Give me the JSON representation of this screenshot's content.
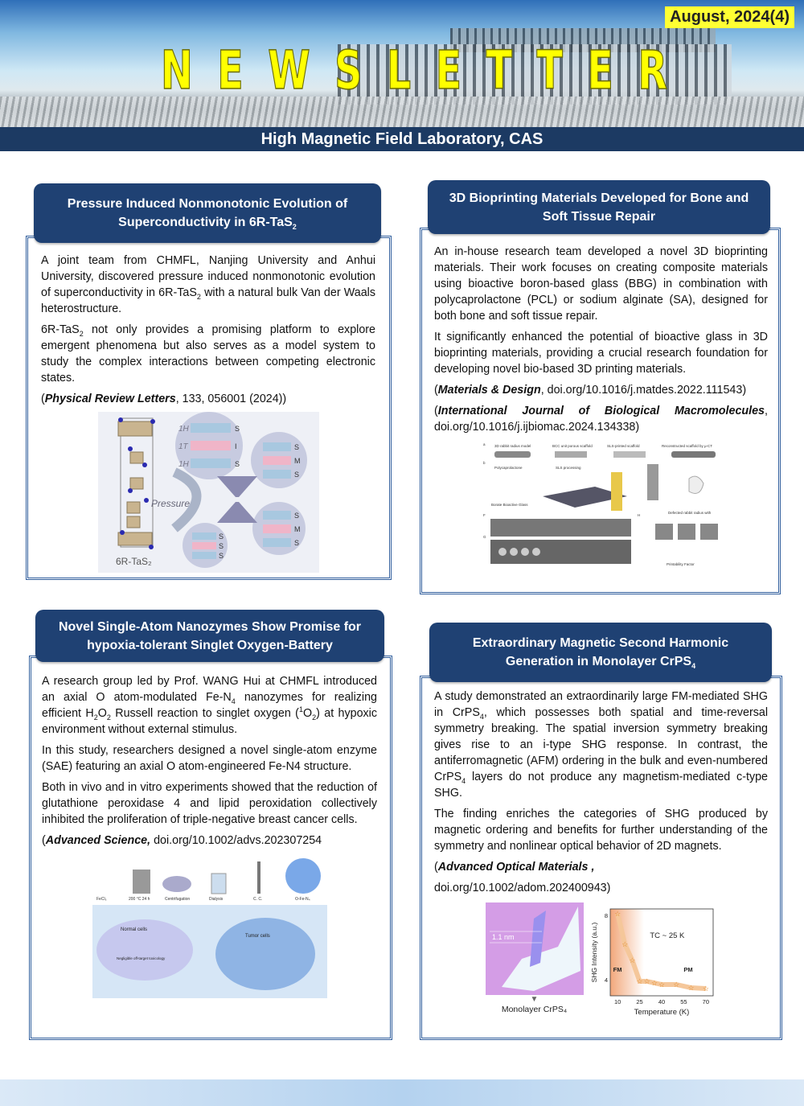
{
  "header": {
    "title": "NEWSLETTER",
    "letters": [
      "N",
      "E",
      "W",
      "S",
      "L",
      "E",
      "T",
      "T",
      "E",
      "R"
    ],
    "date": "August, 2024(4)",
    "org": "High Magnetic Field Laboratory, CAS"
  },
  "articles": [
    {
      "title": [
        {
          "t": "Pressure Induced Nonmonotonic Evolution of Superconductivity in 6R-TaS"
        },
        {
          "sub": "2"
        }
      ],
      "paragraphs": [
        [
          {
            "t": "A joint team from CHMFL, Nanjing University and Anhui University, discovered pressure induced nonmonotonic evolution of superconductivity in 6R-TaS"
          },
          {
            "sub": "2"
          },
          {
            "t": "  with a natural bulk Van der Waals heterostructure."
          }
        ],
        [
          {
            "t": "6R-TaS"
          },
          {
            "sub": "2"
          },
          {
            "t": " not only provides a promising platform to explore emergent phenomena but also serves as a model system to study the complex interactions between competing electronic states."
          }
        ],
        [
          {
            "t": "("
          },
          {
            "bi": "Physical Review Letters"
          },
          {
            "t": ", 133, 056001 (2024))"
          }
        ]
      ],
      "figure": {
        "crystal": "6R-TaS₂",
        "arrow": "Pressure",
        "layers_top": [
          "1H",
          "1T",
          "1H"
        ],
        "states_top": [
          "S",
          "I",
          "S"
        ],
        "states_right": [
          "S",
          "M",
          "S"
        ],
        "states_right2": [
          "S",
          "M",
          "S"
        ],
        "states_bottom": [
          "S",
          "S",
          "S"
        ]
      }
    },
    {
      "title": [
        {
          "t": "3D Bioprinting Materials Developed for Bone and Soft Tissue Repair"
        }
      ],
      "paragraphs": [
        [
          {
            "t": "An in-house research team developed a novel 3D bioprinting materials. Their work focuses on creating composite materials using bioactive boron-based glass (BBG) in combination with polycaprolactone (PCL) or sodium alginate (SA), designed for both bone and soft tissue repair."
          }
        ],
        [
          {
            "t": "It significantly enhanced the potential of bioactive glass in 3D bioprinting materials, providing a crucial research foundation for developing novel bio-based 3D printing materials."
          }
        ],
        [
          {
            "t": "("
          },
          {
            "bi": "Materials & Design"
          },
          {
            "t": ", doi.org/10.1016/j.matdes.2022.111543)"
          }
        ],
        [
          {
            "t": "("
          },
          {
            "bi": "International Journal of Biological Macromolecules"
          },
          {
            "t": ", doi.org/10.1016/j.ijbiomac.2024.134338)"
          }
        ]
      ],
      "figure": {
        "labels": [
          "3D rabbit radius model",
          "BCC unit porous scaffold",
          "SLS-printed scaffold",
          "Reconstructed scaffold by μ-CT",
          "Polycaprolactone",
          "SLS processing",
          "Borate Bioactive Glass",
          "Defected rabbit radius with",
          "Printability Factor"
        ],
        "panels": [
          "a",
          "b",
          "F",
          "G",
          "H"
        ]
      }
    },
    {
      "title": [
        {
          "t": "Novel Single-Atom Nanozymes Show Promise for hypoxia-tolerant Singlet Oxygen-Battery"
        }
      ],
      "paragraphs": [
        [
          {
            "t": "A research group led by Prof. WANG Hui at CHMFL introduced an axial O atom-modulated Fe-N"
          },
          {
            "sub": "4"
          },
          {
            "t": " nanozymes for realizing efficient H"
          },
          {
            "sub": "2"
          },
          {
            "t": "O"
          },
          {
            "sub": "2"
          },
          {
            "t": " Russell reaction to singlet oxygen ("
          },
          {
            "sup": "1"
          },
          {
            "t": "O"
          },
          {
            "sub": "2"
          },
          {
            "t": ") at hypoxic environment without external stimulus."
          }
        ],
        [
          {
            "t": "In this study, researchers designed a novel single-atom enzyme (SAE) featuring an axial O atom-engineered Fe-N4 structure."
          }
        ],
        [
          {
            "t": "Both in vivo and in vitro experiments showed that the reduction of glutathione peroxidase 4 and lipid peroxidation collectively inhibited the proliferation of triple-negative breast cancer cells."
          }
        ],
        [
          {
            "t": "("
          },
          {
            "bi": "Advanced Science,"
          },
          {
            "t": "    doi.org/10.1002/advs.202307254"
          }
        ]
      ],
      "figure": {
        "steps": [
          "FeCl₃",
          "200 °C 24 h",
          "Centrifugation",
          "Dialysis",
          "C. C.",
          "O-Fe-N₄"
        ],
        "normal": "Normal cells",
        "tumor": "Tumor cells",
        "note": "Negligible off-target toxicology"
      }
    },
    {
      "title": [
        {
          "t": "Extraordinary Magnetic Second Harmonic Generation in Monolayer CrPS"
        },
        {
          "sub": "4"
        }
      ],
      "paragraphs": [
        [
          {
            "t": "A study demonstrated an extraordinarily large FM-mediated SHG in CrPS"
          },
          {
            "sub": "4"
          },
          {
            "t": ", which possesses both spatial and time-reversal symmetry breaking. The spatial inversion symmetry breaking gives rise to an i-type SHG response. In contrast, the antiferromagnetic (AFM) ordering in the bulk and even-numbered CrPS"
          },
          {
            "sub": "4"
          },
          {
            "t": " layers do not produce any magnetism-mediated c-type SHG."
          }
        ],
        [
          {
            "t": "The finding enriches the categories of SHG produced by magnetic ordering and benefits for further understanding of the symmetry and nonlinear optical behavior of 2D magnets."
          }
        ],
        [
          {
            "t": "("
          },
          {
            "bi": "Advanced Optical Materials ,"
          }
        ],
        [
          {
            "t": "doi.org/10.1002/adom.202400943)"
          }
        ]
      ],
      "figure": {
        "image_label": "Monolayer CrPS₄",
        "scale": "1.1 nm"
      }
    }
  ],
  "chart_data": {
    "type": "scatter",
    "xlabel": "Temperature (K)",
    "ylabel": "SHG Intensity (a.u.)",
    "annotation": "TC ~ 25 K",
    "regions": [
      "FM",
      "PM"
    ],
    "x": [
      10,
      15,
      20,
      25,
      30,
      35,
      40,
      50,
      60,
      70
    ],
    "y": [
      8.1,
      6.2,
      5.2,
      3.9,
      3.9,
      3.8,
      3.7,
      3.7,
      3.5,
      3.45
    ],
    "xticks": [
      10,
      25,
      40,
      55,
      70
    ],
    "yticks": [
      4,
      8
    ],
    "xlim": [
      5,
      75
    ],
    "ylim": [
      3,
      8.4
    ]
  }
}
